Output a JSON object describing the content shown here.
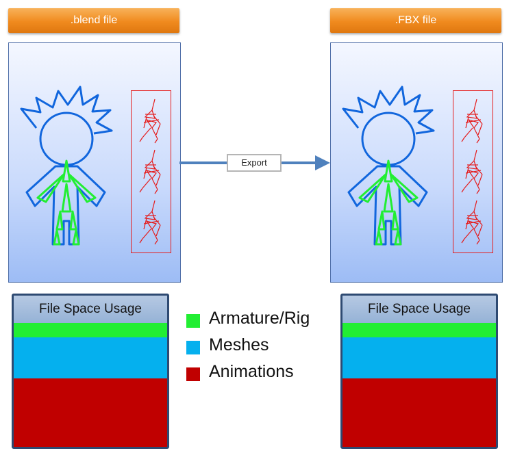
{
  "files": [
    {
      "title": ".blend file"
    },
    {
      "title": ".FBX file"
    }
  ],
  "export": {
    "label": "Export"
  },
  "usage_panels": [
    {
      "header": "File Space Usage"
    },
    {
      "header": "File Space Usage"
    }
  ],
  "legend": [
    {
      "label": "Armature/Rig",
      "color": "#22ee33"
    },
    {
      "label": "Meshes",
      "color": "#05b0ee"
    },
    {
      "label": "Animations",
      "color": "#c00000"
    }
  ],
  "colors": {
    "armature": "#22ee33",
    "meshes": "#05b0ee",
    "animations": "#c00000",
    "character_outline": "#1166dd",
    "anim_frames": "#e51a1a",
    "arrow": "#4f81bd",
    "title_bar": "#f08a1e"
  }
}
